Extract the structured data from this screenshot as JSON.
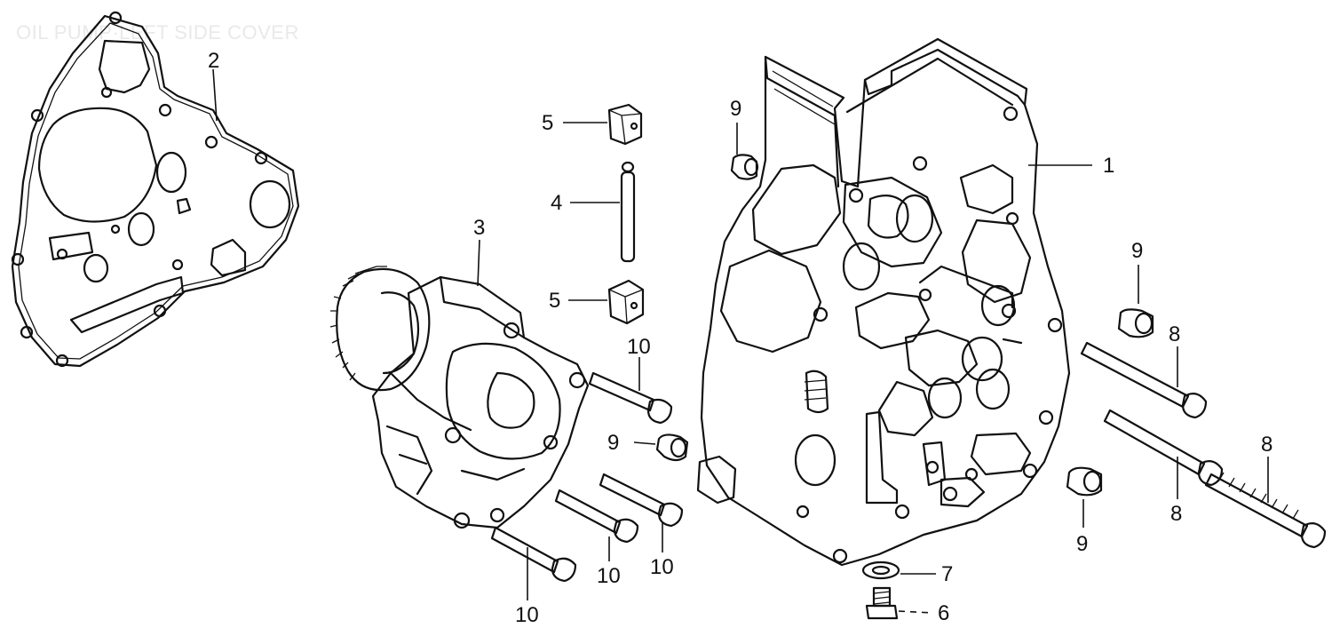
{
  "diagram": {
    "title": "OIL PUMP·LEFT SIDE COVER",
    "callouts": {
      "c1": "1",
      "c2": "2",
      "c3": "3",
      "c4": "4",
      "c5a": "5",
      "c5b": "5",
      "c6": "6",
      "c7": "7",
      "c8a": "8",
      "c8b": "8",
      "c8c": "8",
      "c9a": "9",
      "c9b": "9",
      "c9c": "9",
      "c9d": "9",
      "c10a": "10",
      "c10b": "10",
      "c10c": "10",
      "c10d": "10"
    },
    "colors": {
      "ink": "#111111",
      "paper": "#ffffff",
      "title_faded": "#e9e9e9"
    }
  }
}
